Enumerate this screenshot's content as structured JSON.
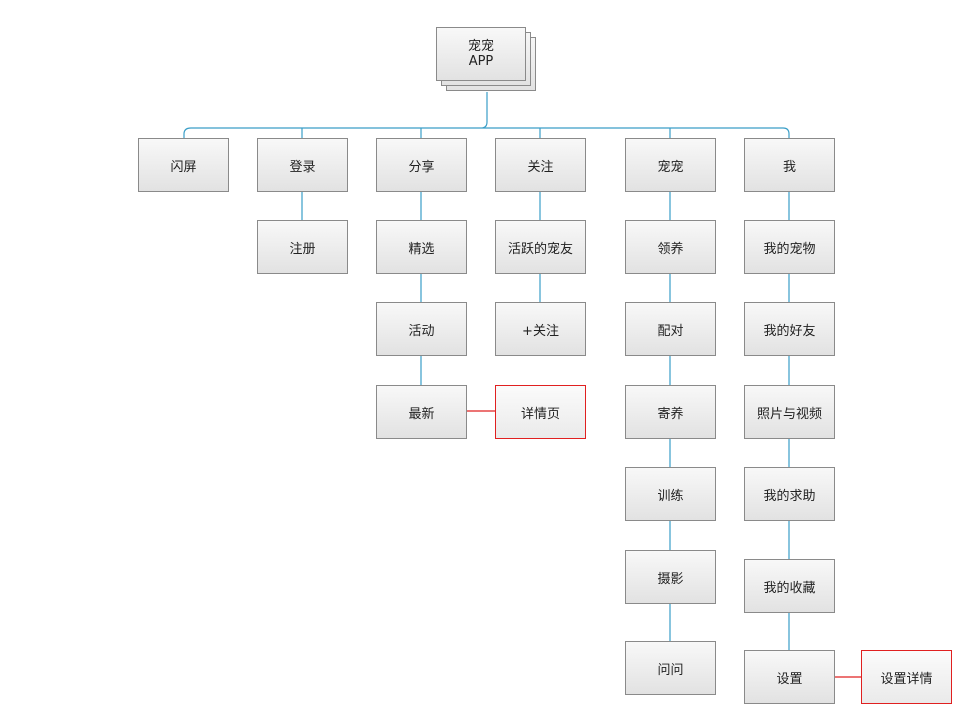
{
  "root": {
    "line1": "宠宠",
    "line2": "APP"
  },
  "columns": [
    {
      "title": "闪屏",
      "children": []
    },
    {
      "title": "登录",
      "children": [
        "注册"
      ]
    },
    {
      "title": "分享",
      "children": [
        "精选",
        "活动",
        "最新"
      ]
    },
    {
      "title": "关注",
      "children": [
        "活跃的宠友",
        "+关注"
      ]
    },
    {
      "title": "宠宠",
      "children": [
        "领养",
        "配对",
        "寄养",
        "训练",
        "摄影",
        "问问"
      ]
    },
    {
      "title": "我",
      "children": [
        "我的宠物",
        "我的好友",
        "照片与视频",
        "我的求助",
        "我的收藏",
        "设置"
      ]
    }
  ],
  "detail_nodes": {
    "share_detail": "详情页",
    "settings_detail": "设置详情"
  },
  "colors": {
    "connector": "#3a9ec7",
    "detail_connector": "#e02020",
    "detail_border": "#e02020",
    "node_border": "#8a8a8a"
  }
}
